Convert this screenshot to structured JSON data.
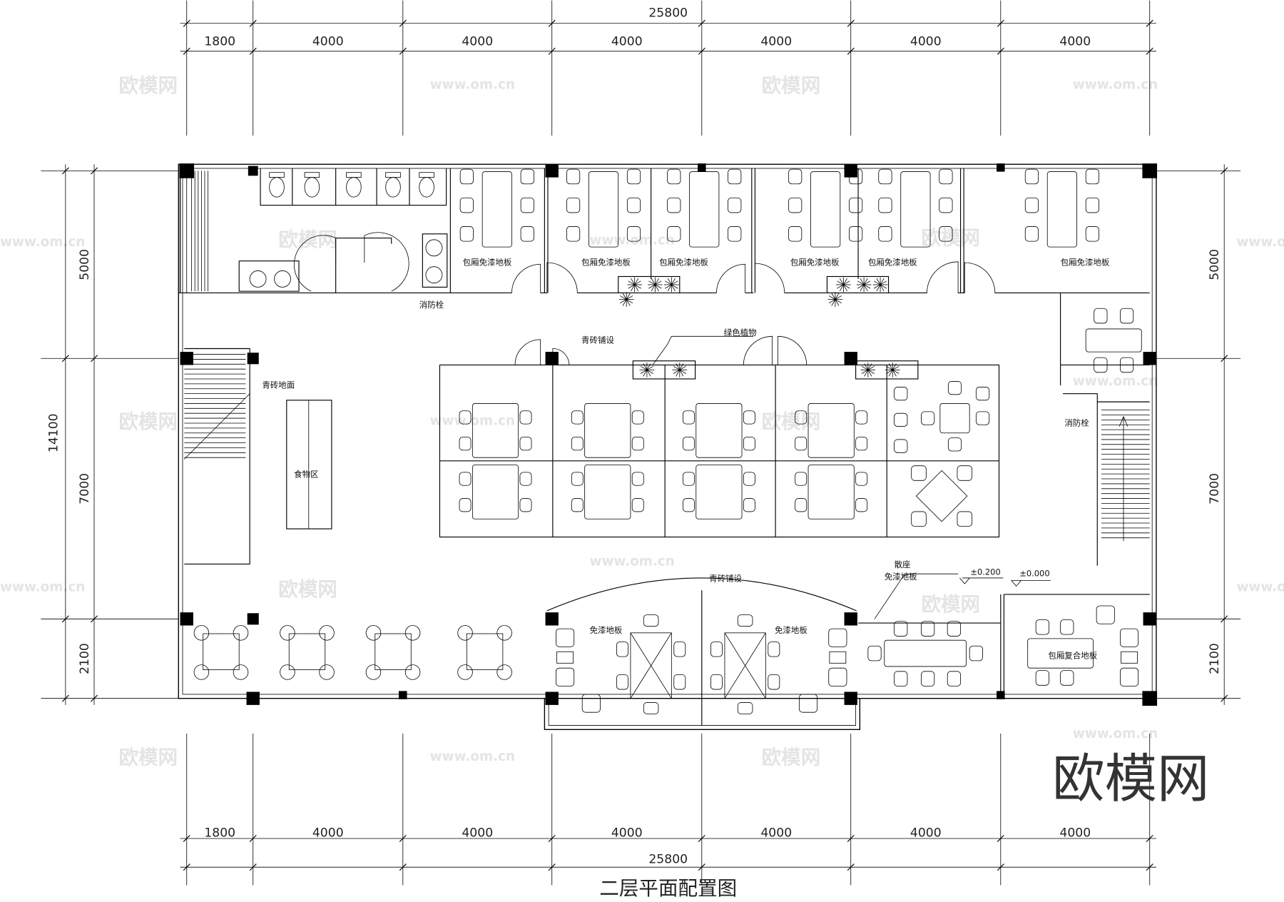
{
  "drawing": {
    "title": "二层平面配置图",
    "dimensions": {
      "overall_width": "25800",
      "overall_depth": "14100",
      "horizontal_segments": [
        "1800",
        "4000",
        "4000",
        "4000",
        "4000",
        "4000",
        "4000"
      ],
      "vertical_segments": [
        "5000",
        "7000",
        "2100"
      ]
    },
    "labels": {
      "private_room_floor": "包厢免漆地板",
      "private_room_composite": "包厢复合地板",
      "blue_brick_paving": "青砖铺设",
      "blue_brick_floor": "青砖地面",
      "green_plants": "绿色植物",
      "food_area": "食物区",
      "hydrant": "消防栓",
      "lacquer_free_floor": "免漆地板",
      "open_seating": "散座",
      "open_seating_floor": "免漆地板",
      "elevation_high": "±0.200",
      "elevation_zero": "±0.000"
    }
  },
  "watermark": {
    "logo": "欧模网",
    "url": "www.om.cn"
  }
}
